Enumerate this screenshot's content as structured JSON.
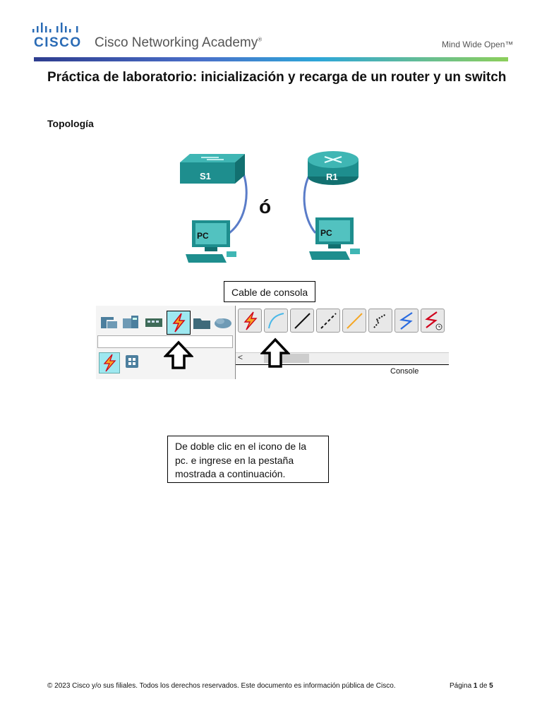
{
  "header": {
    "brand": "CISCO",
    "academy": "Cisco Networking Academy",
    "academy_mark": "®",
    "tagline": "Mind Wide Open™"
  },
  "document": {
    "title": "Práctica de laboratorio: inicialización y recarga de un router y un switch",
    "section_heading": "Topología"
  },
  "topology": {
    "switch_label": "S1",
    "router_label": "R1",
    "pc_label_left": "PC",
    "pc_label_right": "PC",
    "or_text": "ó"
  },
  "callouts": {
    "console_cable": "Cable de consola",
    "pc_instruction": "De doble clic en el icono de la pc. e ingrese en la pestaña mostrada a continuación."
  },
  "cable_panel": {
    "selected_label": "Console",
    "scroll_left_glyph": "<"
  },
  "icons": {
    "device_icons": [
      "routers-icon",
      "switches-icon",
      "hubs-icon",
      "connections-icon",
      "end-devices-icon",
      "wan-emulation-icon"
    ],
    "cable_icons": [
      "automatic-cable-icon",
      "console-cable-icon",
      "straight-through-cable-icon",
      "crossover-cable-icon",
      "fiber-cable-icon",
      "phone-cable-icon",
      "coaxial-cable-icon",
      "serial-dce-cable-icon"
    ]
  },
  "colors": {
    "brand_blue": "#2a6bb5",
    "device_teal": "#1e8e8e",
    "selection_cyan": "#9ee8f0",
    "console_cable": "#4ab8e8"
  },
  "footer": {
    "copyright": "© 2023 Cisco y/o sus filiales. Todos los derechos reservados. Este documento es información pública de Cisco.",
    "page_word": "Página",
    "page_current": "1",
    "page_of": "de",
    "page_total": "5"
  }
}
